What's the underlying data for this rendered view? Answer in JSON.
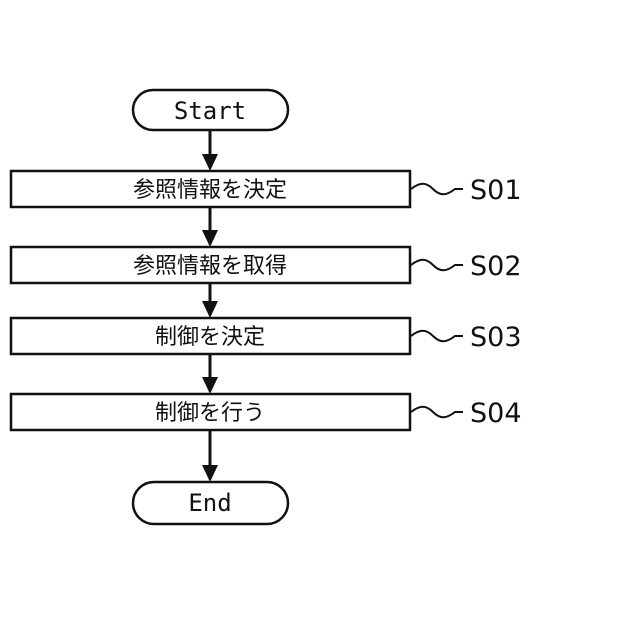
{
  "start": {
    "label": "Start"
  },
  "end": {
    "label": "End"
  },
  "steps": [
    {
      "text": "参照情報を決定",
      "id": "S01"
    },
    {
      "text": "参照情報を取得",
      "id": "S02"
    },
    {
      "text": "制御を決定",
      "id": "S03"
    },
    {
      "text": "制御を行う",
      "id": "S04"
    }
  ]
}
